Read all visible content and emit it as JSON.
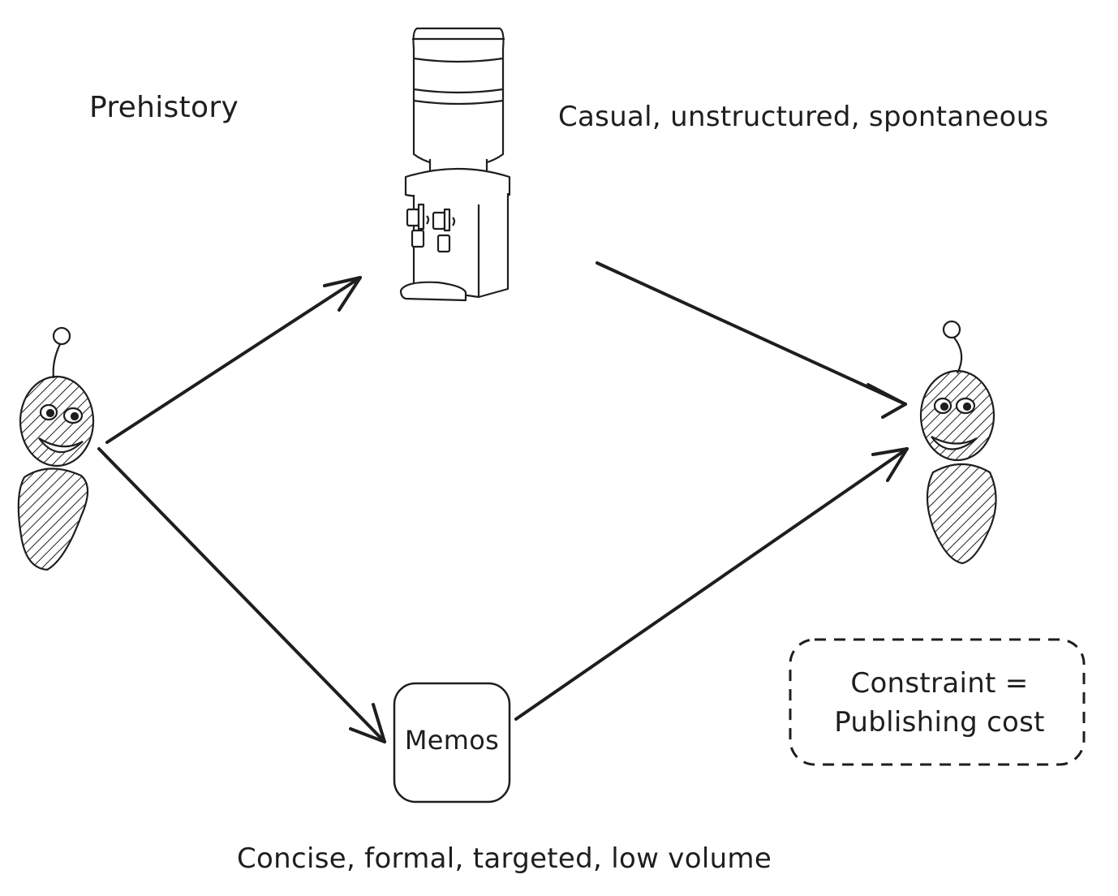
{
  "labels": {
    "prehistory": "Prehistory",
    "casual": "Casual, unstructured, spontaneous",
    "concise": "Concise, formal, targeted, low volume"
  },
  "nodes": {
    "memos": "Memos",
    "constraint_line1": "Constraint =",
    "constraint_line2": "Publishing cost"
  },
  "icons": {
    "water_cooler": "water-cooler-icon",
    "sender": "person-icon",
    "receiver": "person-icon"
  },
  "colors": {
    "stroke": "#1e1e1e",
    "background": "#ffffff"
  }
}
